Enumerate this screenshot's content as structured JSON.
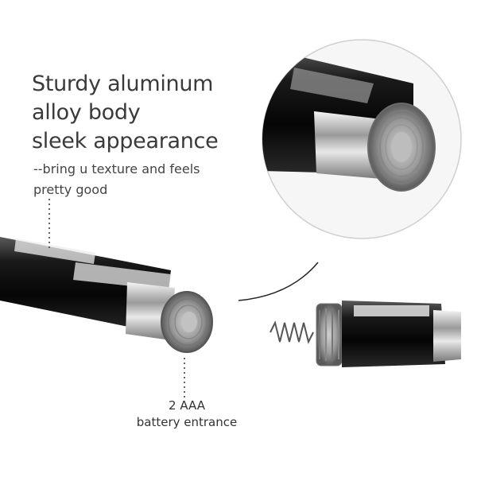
{
  "headline": {
    "line1": "Sturdy aluminum",
    "line2": "alloy body",
    "line3": "sleek appearance"
  },
  "subtext": {
    "line1": "--bring u texture and feels",
    "line2": "pretty good"
  },
  "battery_label": {
    "line1": "2 AAA",
    "line2": "battery entrance"
  },
  "colors": {
    "body_black": "#141414",
    "chrome": "#d8d8d8",
    "text": "#3a3a3a"
  }
}
